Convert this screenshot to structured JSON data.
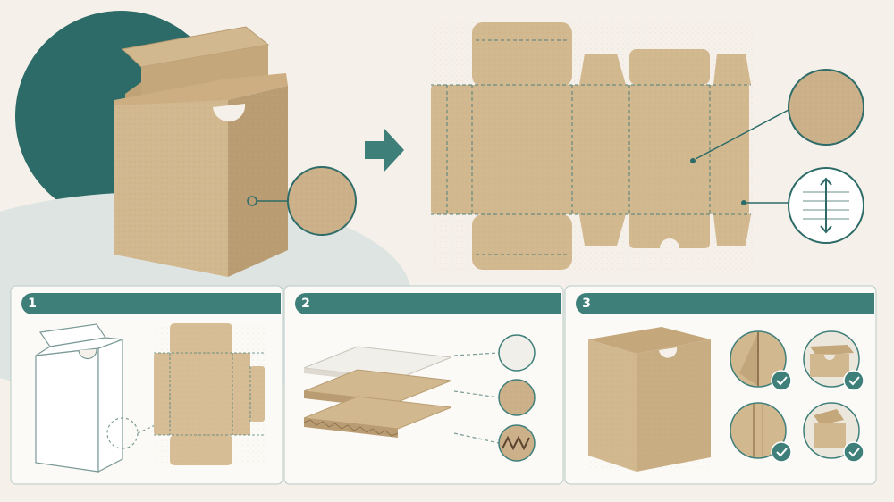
{
  "colors": {
    "background": "#f5f1ea",
    "teal": "#3f7f7a",
    "teal_dark": "#2d6b68",
    "kraft": "#d2b88f",
    "kraft_shadow": "#b99c72",
    "white_board": "#f1efe9"
  },
  "steps": [
    {
      "number": "1",
      "topic": "box-and-dieline-outline"
    },
    {
      "number": "2",
      "topic": "board-layers"
    },
    {
      "number": "3",
      "topic": "finished-box-checks"
    }
  ],
  "icons": {
    "arrow": "right-arrow-icon",
    "texture": "texture-magnifier-icon",
    "grain": "grain-direction-icon",
    "check": "check-icon"
  }
}
